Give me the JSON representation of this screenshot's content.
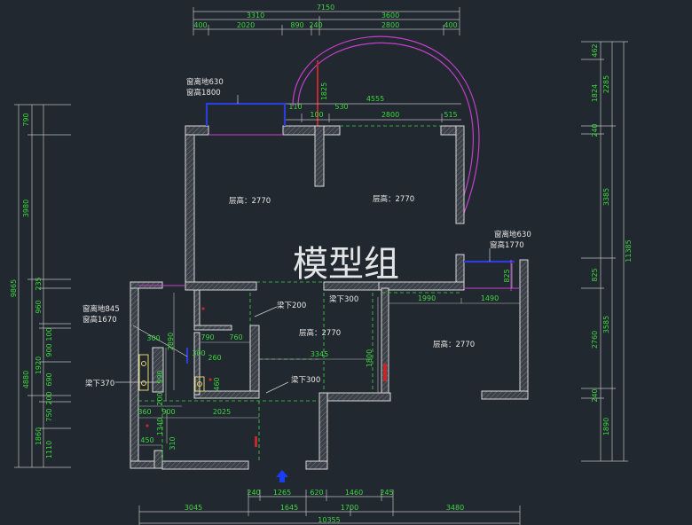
{
  "watermark": "模型组",
  "top_dims": {
    "total": "7150",
    "d1": "3310",
    "d2": "3600",
    "s1": "400",
    "s2": "2020",
    "s3": "890",
    "s4": "240",
    "s5": "2800",
    "s6": "400"
  },
  "bay_dims": {
    "total": "4555",
    "a": "110",
    "b": "530",
    "c": "100",
    "d": "2800",
    "e": "515",
    "v1825": "1825"
  },
  "right_dims": {
    "total": "11385",
    "a": "462",
    "b": "1824",
    "c": "2285",
    "d": "240",
    "e": "3385",
    "f": "825",
    "g": "2760",
    "h": "3585",
    "i": "240",
    "j": "1890"
  },
  "left_dims": {
    "total": "9865",
    "a": "790",
    "b": "3980",
    "c": "235",
    "d": "960",
    "e": "100",
    "f": "900",
    "g": "1920",
    "h": "690",
    "i": "4880",
    "j": "200",
    "k": "750",
    "l": "1860",
    "m": "1110"
  },
  "bottom_dims": {
    "total": "10355",
    "a": "3045",
    "b": "1645",
    "c": "1700",
    "d": "3480",
    "e": "240",
    "f": "1265",
    "g": "620",
    "h": "1460",
    "i": "245"
  },
  "interior_dims": {
    "d1990": "1990",
    "d1490": "1490",
    "d825": "825",
    "d1800": "1800",
    "d3345": "3345",
    "d2025": "2025",
    "d900": "900",
    "d360": "360",
    "d790": "790",
    "d760": "760",
    "d300a": "300",
    "d300b": "300",
    "d260": "260",
    "d460": "460",
    "d990": "990",
    "d2890": "2890",
    "d200": "200",
    "d1340": "1340",
    "d450": "450",
    "d310": "310"
  },
  "labels": {
    "ceiling": "层高：2770",
    "win1_sill": "窗离地630",
    "win1_height": "窗高1800",
    "win2_sill": "窗离地630",
    "win2_height": "窗高1770",
    "win3_sill": "窗离地845",
    "win3_height": "窗高1670",
    "beam200": "梁下200",
    "beam300a": "梁下300",
    "beam300b": "梁下300",
    "beam370": "梁下370"
  },
  "colors": {
    "wall": "#d8d8d8",
    "dim": "#3ed83e",
    "curve": "#c43fc8",
    "window": "#2a3fd8",
    "door_red": "#c0282c",
    "arrow": "#1a3cff"
  },
  "icons": {
    "entrance": "entrance-arrow-icon"
  }
}
